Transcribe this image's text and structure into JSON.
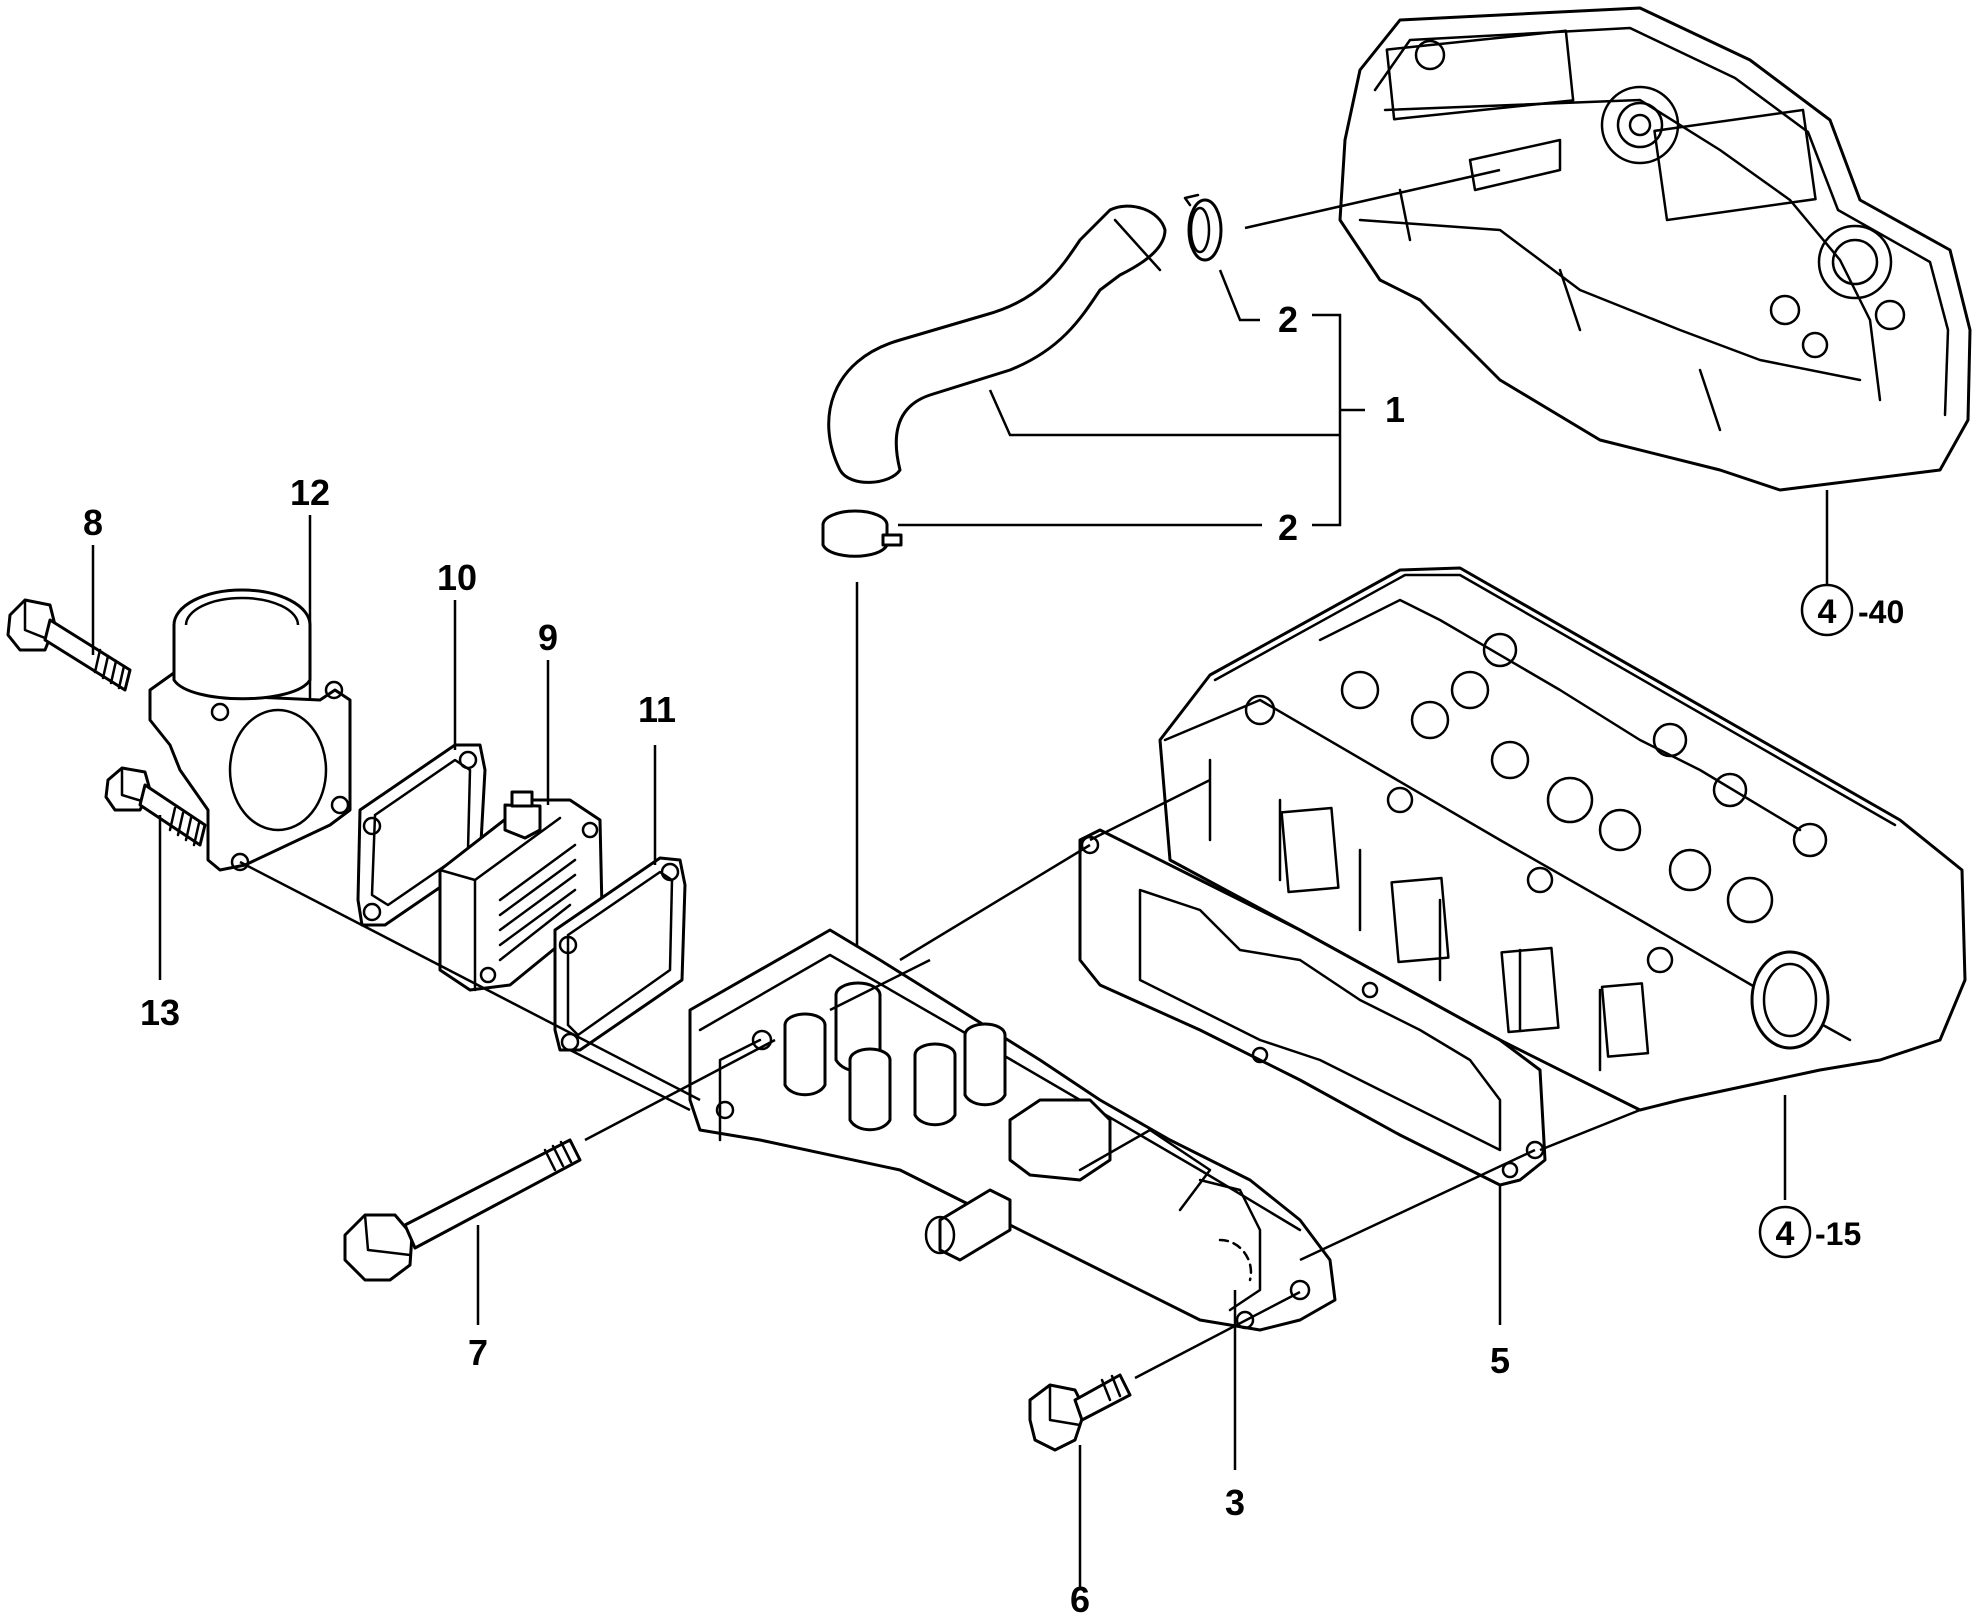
{
  "callouts": {
    "c1": "1",
    "c2a": "2",
    "c2b": "2",
    "c3": "3",
    "c5": "5",
    "c6": "6",
    "c7": "7",
    "c8": "8",
    "c9": "9",
    "c10": "10",
    "c11": "11",
    "c12": "12",
    "c13": "13"
  },
  "references": {
    "ref_cover": {
      "circle": "4",
      "suffix": "-40"
    },
    "ref_head": {
      "circle": "4",
      "suffix": "-15"
    }
  }
}
